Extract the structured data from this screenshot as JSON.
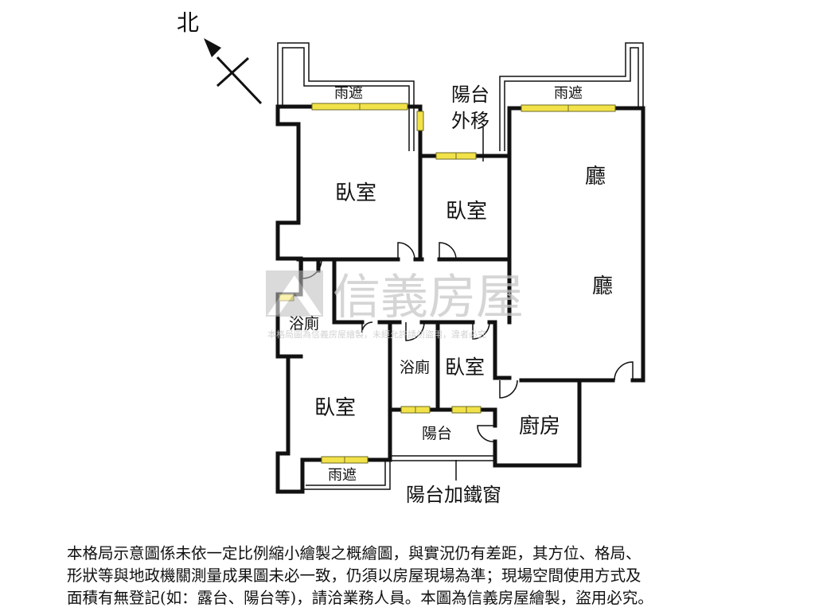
{
  "compass": {
    "north_label": "北"
  },
  "rooms": {
    "bedroom_nw": "臥室",
    "bedroom_north_small": "臥室",
    "living_top": "廳",
    "living_mid": "廳",
    "bath_west": "浴廁",
    "bedroom_sw": "臥室",
    "bath_center": "浴廁",
    "bedroom_center": "臥室",
    "kitchen": "廚房",
    "balcony_south": "陽台"
  },
  "annotations": {
    "canopy_nw": "雨遮",
    "canopy_ne": "雨遮",
    "canopy_south": "雨遮",
    "balcony_moved_line1": "陽台",
    "balcony_moved_line2": "外移",
    "balcony_iron_window": "陽台加鐵窗"
  },
  "watermark": {
    "brand": "信義房屋",
    "notice": "本格局圖為信義房屋繪製，未經允許請勿盜用，違者必究"
  },
  "disclaimer": {
    "line1": "本格局示意圖係未依一定比例縮小繪製之概繪圖，與實況仍有差距，其方位、格局、",
    "line2": "形狀等與地政機關測量成果圖未必一致，仍須以房屋現場為準；現場空間使用方式及",
    "line3": "面積有無登記(如：露台、陽台等)，請洽業務人員。本圖為信義房屋繪製，盜用必究。"
  },
  "colors": {
    "wall": "#111111",
    "window_fill": "#f2e24a",
    "window_outline": "#6a6a20",
    "watermark_gray": "#c8c8c8"
  }
}
